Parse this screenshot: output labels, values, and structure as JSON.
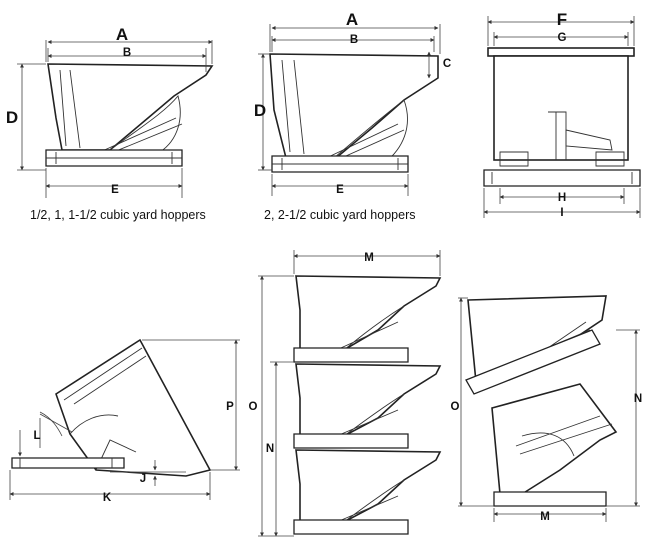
{
  "labels": {
    "A": "A",
    "B": "B",
    "C": "C",
    "D": "D",
    "E": "E",
    "F": "F",
    "G": "G",
    "H": "H",
    "I": "I",
    "J": "J",
    "K": "K",
    "L": "L",
    "M": "M",
    "N": "N",
    "O": "O",
    "P": "P"
  },
  "captions": {
    "small": "1/2, 1, 1-1/2 cubic yard hoppers",
    "large": "2, 2-1/2 cubic yard hoppers"
  }
}
